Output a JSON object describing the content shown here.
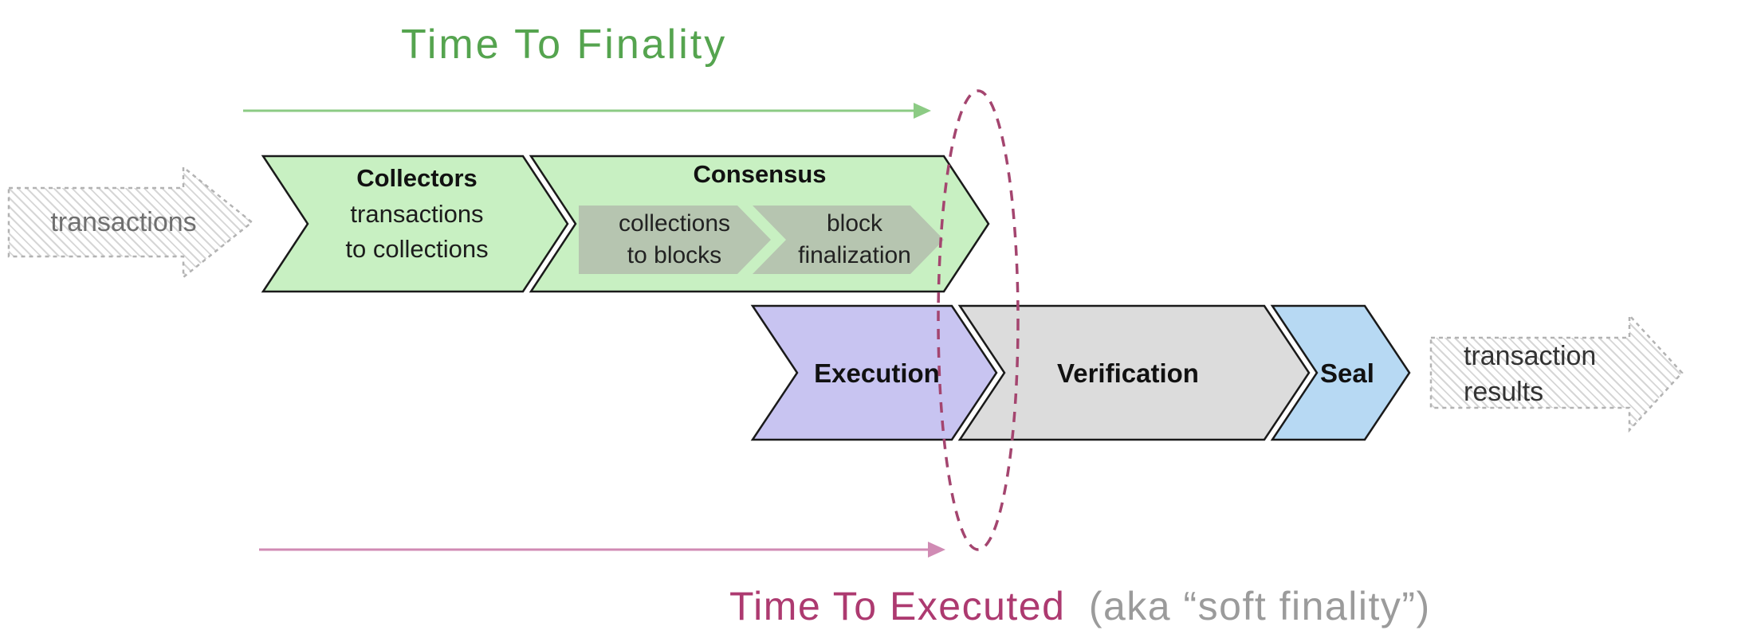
{
  "diagram": {
    "time_to_finality": "Time To Finality",
    "time_to_executed": "Time To Executed",
    "soft_finality_note": "(aka “soft finality”)",
    "input_label": "transactions",
    "output_line1": "transaction",
    "output_line2": "results",
    "collectors": {
      "title": "Collectors",
      "line1": "transactions",
      "line2": "to collections"
    },
    "consensus": {
      "title": "Consensus"
    },
    "sub_stages": [
      {
        "line1": "collections",
        "line2": "to blocks"
      },
      {
        "line1": "block",
        "line2": "finalization"
      }
    ],
    "execution": "Execution",
    "verification": "Verification",
    "seal": "Seal"
  },
  "colors": {
    "finality_green": "#55a44f",
    "arrow_green": "#8ccb84",
    "stage_green": "#c8f0c2",
    "sub_stage_gray_green": "#b6c5b0",
    "execution_purple": "#c8c4f1",
    "verification_gray": "#dcdcdc",
    "seal_blue": "#b7d9f3",
    "executed_magenta": "#ad3a70",
    "ellipse_magenta": "#a4456f",
    "arrow_pink": "#d08bb4",
    "muted_text_gray": "#9b9b9b",
    "input_text_gray": "#6f6f6f",
    "output_text_dark": "#333333"
  }
}
